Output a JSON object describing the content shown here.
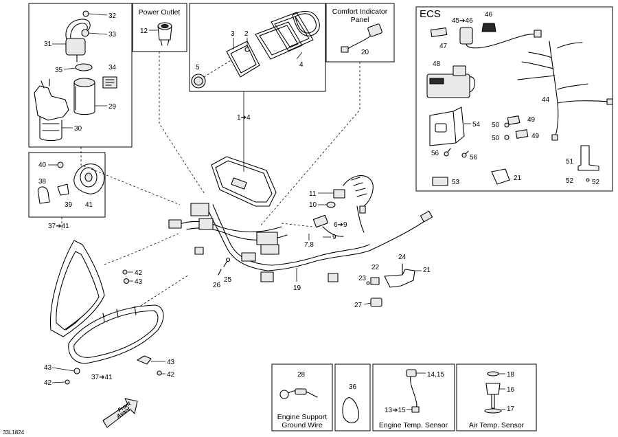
{
  "panels": {
    "power_outlet": "Power Outlet",
    "comfort_indicator_line1": "Comfort Indicator",
    "comfort_indicator_line2": "Panel",
    "ecs": "ECS",
    "engine_support_line1": "Engine Support",
    "engine_support_line2": "Ground Wire",
    "engine_temp_sensor": "Engine Temp. Sensor",
    "air_temp_sensor": "Air Temp. Sensor"
  },
  "callouts": {
    "c32": "32",
    "c33": "33",
    "c31": "31",
    "c35": "35",
    "c34": "34",
    "c29": "29",
    "c30": "30",
    "c12": "12",
    "c3": "3",
    "c2": "2",
    "c5": "5",
    "c4": "4",
    "c1to4": "1➔4",
    "c20": "20",
    "c45to46": "45➔46",
    "c46": "46",
    "c47": "47",
    "c48": "48",
    "c44": "44",
    "c54": "54",
    "c49a": "49",
    "c49b": "49",
    "c50a": "50",
    "c50b": "50",
    "c56a": "56",
    "c56b": "56",
    "c51": "51",
    "c53": "53",
    "c21a": "21",
    "c52a": "52",
    "c52b": "52",
    "c40": "40",
    "c38": "38",
    "c39": "39",
    "c41": "41",
    "c37to41a": "37➔41",
    "c11": "11",
    "c10": "10",
    "c6to9": "6➔9",
    "c7_8": "7,8",
    "c9": "9",
    "c42a": "42",
    "c43a": "43",
    "c26": "26",
    "c25": "25",
    "c19": "19",
    "c22": "22",
    "c24": "24",
    "c21b": "21",
    "c23": "23",
    "c27": "27",
    "c43b": "43",
    "c43c": "43",
    "c42b": "42",
    "c42c": "42",
    "c37to41b": "37➔41",
    "c28": "28",
    "c36": "36",
    "c14_15": "14,15",
    "c13to15": "13➔15",
    "c18": "18",
    "c16": "16",
    "c17": "17"
  },
  "front_arrow": {
    "line1": "Front",
    "line2": "Avant"
  },
  "drawing_code": "33L1824",
  "icons": [
    "front-direction-arrow-icon"
  ]
}
